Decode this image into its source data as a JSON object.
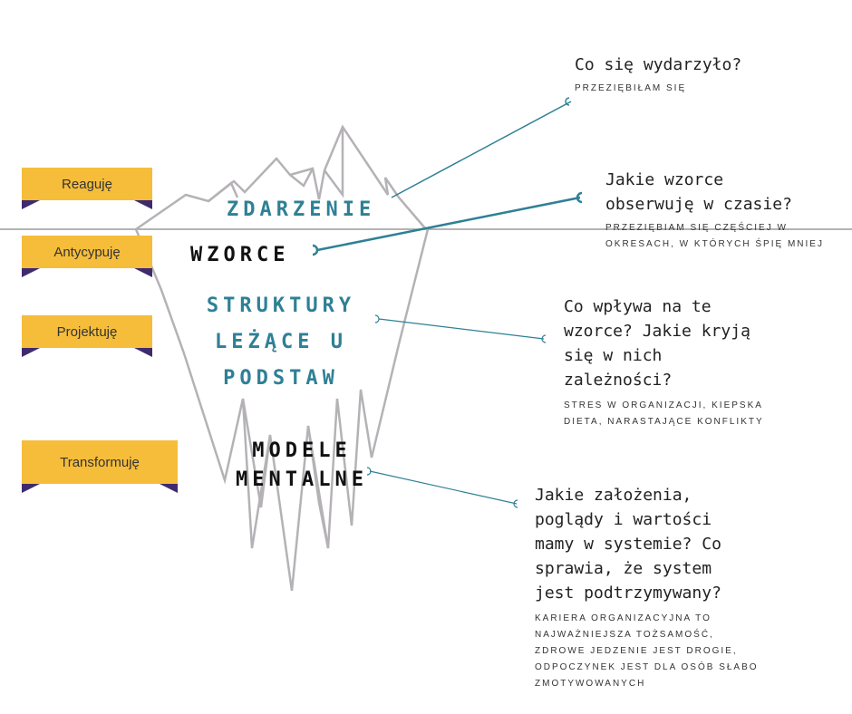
{
  "ribbons": [
    {
      "label": "Reaguję"
    },
    {
      "label": "Antycypuję"
    },
    {
      "label": "Projektuję"
    },
    {
      "label": "Transformuję"
    }
  ],
  "layers": {
    "event": "ZDARZENIE",
    "patterns": "WZORCE",
    "structures": [
      "STRUKTURY",
      "LEŻĄCE U",
      "PODSTAW"
    ],
    "models": [
      "MODELE",
      "MENTALNE"
    ]
  },
  "questions": {
    "q1": {
      "question": [
        "Co się wydarzyło?"
      ],
      "answer": [
        "PRZEZIĘBIŁAM SIĘ"
      ]
    },
    "q2": {
      "question": [
        "Jakie wzorce",
        "obserwuję w czasie?"
      ],
      "answer": [
        "PRZEZIĘBIAM SIĘ CZĘŚCIEJ W",
        "OKRESACH, W KTÓRYCH ŚPIĘ MNIEJ"
      ]
    },
    "q3": {
      "question": [
        "Co wpływa na te",
        "wzorce? Jakie kryją",
        "się w nich",
        "zależności?"
      ],
      "answer": [
        "STRES W ORGANIZACJI, KIEPSKA",
        "DIETA, NARASTAJĄCE KONFLIKTY"
      ]
    },
    "q4": {
      "question": [
        "Jakie założenia,",
        "poglądy i wartości",
        "mamy w systemie? Co",
        "sprawia, że system",
        "jest podtrzymywany?"
      ],
      "answer": [
        "KARIERA ORGANIZACYJNA TO",
        "NAJWAŻNIEJSZA TOŻSAMOŚĆ,",
        "ZDROWE JEDZENIE JEST DROGIE,",
        "ODPOCZYNEK JEST DLA OSÓB SŁABO",
        "ZMOTYWOWANYCH"
      ]
    }
  },
  "colors": {
    "ribbon": "#F6BD3A",
    "ribbon_fold": "#3F2A6E",
    "teal": "#2E8095",
    "iceberg_outline": "#B5B2B6",
    "water_line": "#9A9A9A"
  }
}
